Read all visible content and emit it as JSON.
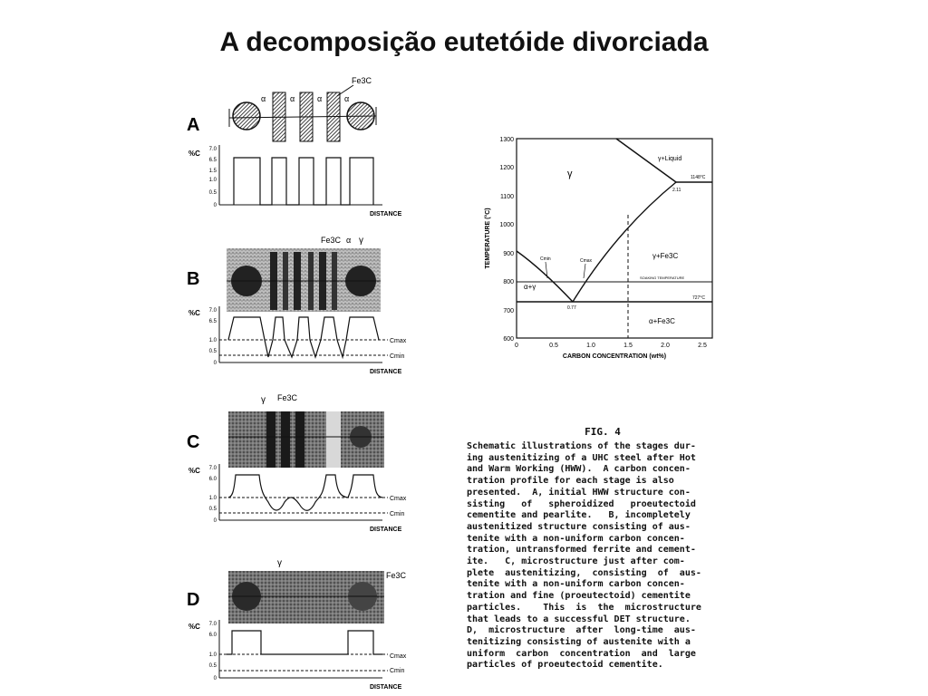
{
  "title": "A decomposição eutetóide divorciada",
  "panels": [
    {
      "letter": "A",
      "phase_labels": [
        "α",
        "α",
        "α",
        "α"
      ],
      "fe3c": "Fe3C",
      "pc_label": "%C",
      "ticks": [
        "7.0",
        "6.5",
        "1.5",
        "1.0",
        "0.5",
        "0"
      ],
      "xlabel": "DISTANCE"
    },
    {
      "letter": "B",
      "fe3c": "Fe3C",
      "alpha": "α",
      "gamma": "γ",
      "pc_label": "%C",
      "ticks": [
        "7.0",
        "6.5",
        "1.0",
        "0.5",
        "0"
      ],
      "cmax": "Cmax",
      "cmin": "Cmin",
      "xlabel": "DISTANCE"
    },
    {
      "letter": "C",
      "gamma": "γ",
      "fe3c": "Fe3C",
      "pc_label": "%C",
      "ticks": [
        "7.0",
        "6.0",
        "1.0",
        "0.5",
        "0"
      ],
      "cmax": "Cmax",
      "cmin": "Cmin",
      "xlabel": "DISTANCE"
    },
    {
      "letter": "D",
      "gamma": "γ",
      "fe3c": "Fe3C",
      "pc_label": "%C",
      "ticks": [
        "7.0",
        "6.0",
        "1.0",
        "0.5",
        "0"
      ],
      "cmax": "Cmax",
      "cmin": "Cmin",
      "xlabel": "DISTANCE"
    }
  ],
  "phase_diagram": {
    "ylabel": "TEMPERATURE (°C)",
    "xlabel": "CARBON CONCENTRATION (wt%)",
    "yticks": [
      "1300",
      "1200",
      "1100",
      "1000",
      "900",
      "800",
      "700",
      "600"
    ],
    "xticks": [
      "0",
      "0.5",
      "1.0",
      "1.5",
      "2.0",
      "2.5"
    ],
    "regions": {
      "gamma": "γ",
      "gamma_liquid": "γ+Liquid",
      "gamma_fe3c": "γ+Fe3C",
      "alpha_gamma": "α+γ",
      "alpha_fe3c": "α+Fe3C"
    },
    "labels": {
      "t1148": "1148°C",
      "t727": "727°C",
      "c211": "2.11",
      "c077": "0.77",
      "cmin": "Cmin",
      "cmax": "Cmax",
      "soaking": "SOAKING TEMPERATURE"
    }
  },
  "caption": {
    "heading": "FIG. 4",
    "lines": [
      "Schematic illustrations of the stages dur-",
      "ing austenitizing of a UHC steel after Hot",
      "and Warm Working (HWW).  A carbon concen-",
      "tration profile for each stage is also",
      "presented.  A, initial HWW structure con-",
      "sisting   of   spheroidized   proeutectoid",
      "cementite and pearlite.   B, incompletely",
      "austenitized structure consisting of aus-",
      "tenite with a non-uniform carbon concen-",
      "tration, untransformed ferrite and cement-",
      "ite.   C, microstructure just after com-",
      "plete  austenitizing,  consisting  of  aus-",
      "tenite with a non-uniform carbon concen-",
      "tration and fine (proeutectoid) cementite",
      "particles.    This  is  the  microstructure",
      "that leads to a successful DET structure.",
      "D,  microstructure  after  long-time  aus-",
      "tenitizing consisting of austenite with a",
      "uniform  carbon  concentration  and  large",
      "particles of proeutectoid cementite."
    ]
  }
}
